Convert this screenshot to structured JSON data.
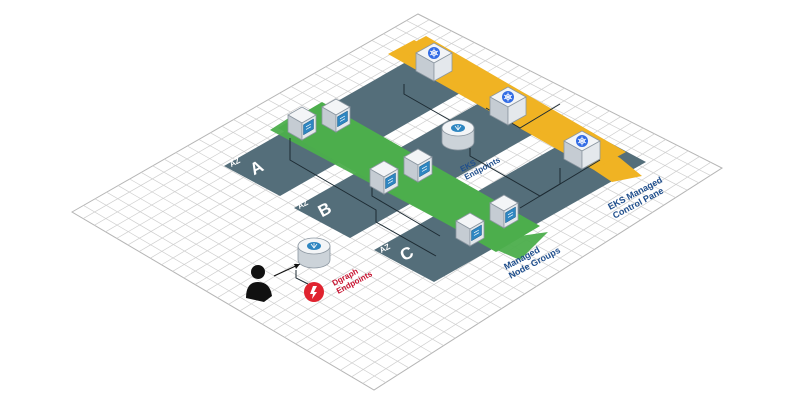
{
  "zones": [
    {
      "id": "a",
      "prefix": "AZ",
      "letter": "A"
    },
    {
      "id": "b",
      "prefix": "AZ",
      "letter": "B"
    },
    {
      "id": "c",
      "prefix": "AZ",
      "letter": "C"
    }
  ],
  "labels": {
    "managed_node_groups": [
      "Managed",
      "Node Groups"
    ],
    "eks_control_plane": [
      "EKS Managed",
      "Control Pane"
    ],
    "eks_endpoints": [
      "EKS",
      "Endpoints"
    ],
    "dgraph_endpoints": [
      "Dgraph",
      "Endpoints"
    ]
  },
  "icons": {
    "ec2": "ec2-instance-icon",
    "kubernetes": "kubernetes-icon",
    "endpoint": "vpc-endpoint-icon",
    "user": "user-icon",
    "alert": "alert-icon"
  },
  "colors": {
    "az_band": "#546e7a",
    "node_group": "#4cae4c",
    "control_plane": "#f0b323",
    "grid_line": "#cfcfcf",
    "alert": "#e0232f",
    "label_blue": "#1f4e8c",
    "label_red": "#c8102e",
    "chip_blue": "#2e86c1"
  }
}
